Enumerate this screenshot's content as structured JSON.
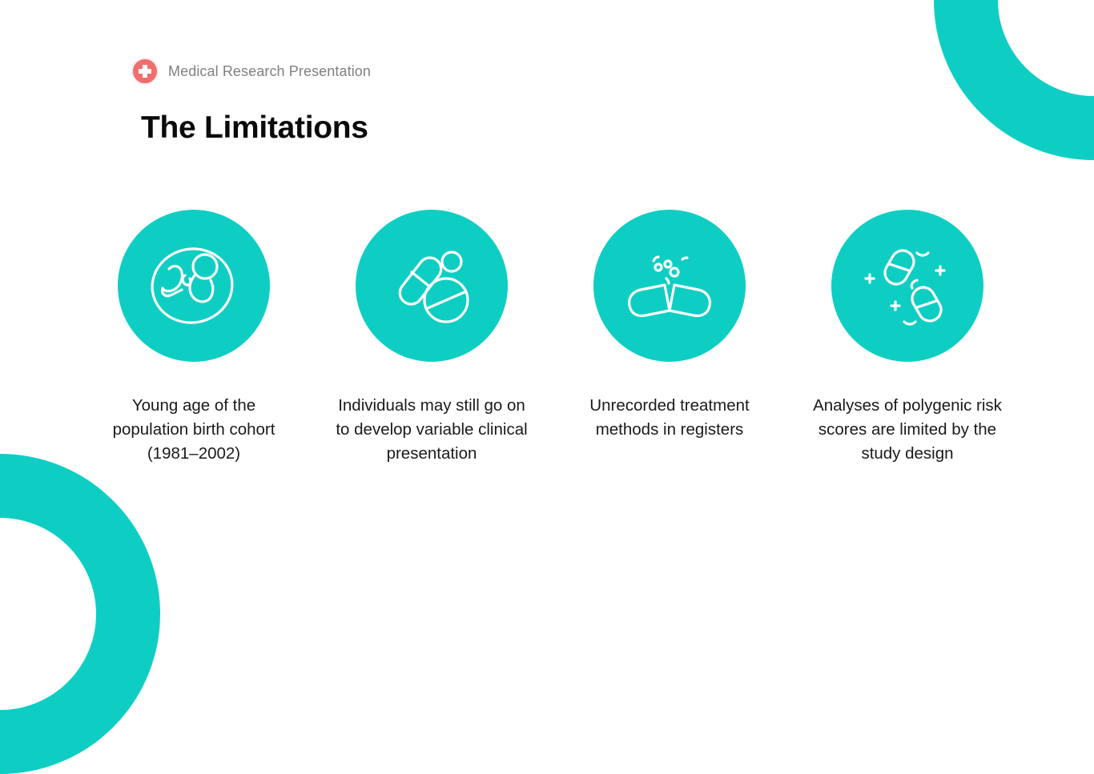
{
  "header": {
    "logo_icon": "medical-cross-icon",
    "subtitle": "Medical Research Presentation"
  },
  "slide": {
    "title": "The Limitations"
  },
  "colors": {
    "accent_teal": "#0ECEC4",
    "logo_red": "#F06E6E",
    "header_text": "#808080",
    "title_text": "#0a0a0a"
  },
  "limitations": [
    {
      "icon": "fetus-icon",
      "text": "Young age of the population birth cohort (1981–2002)"
    },
    {
      "icon": "pills-icon",
      "text": "Individuals may still go on to develop variable clinical presentation"
    },
    {
      "icon": "broken-capsule-icon",
      "text": "Unrecorded treatment methods in registers"
    },
    {
      "icon": "capsules-sparkle-icon",
      "text": "Analyses of polygenic risk scores are limited by the study design"
    }
  ]
}
